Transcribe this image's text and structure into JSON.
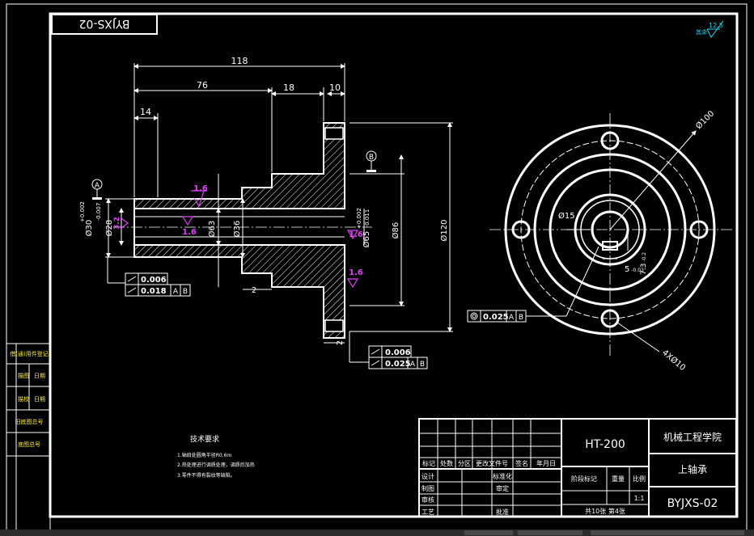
{
  "title_box": {
    "code_rotated": "BYJXS-02",
    "roughness_other": "12.5"
  },
  "dimensions": {
    "d118": "118",
    "d76": "76",
    "d18": "18",
    "d10": "10",
    "d14": "14",
    "d2a": "2",
    "d2b": "2",
    "phi30": "Ø30",
    "tol30_up": "+0.002",
    "tol30_lo": "-0.007",
    "phi28": "Ø28",
    "phi63": "Ø63",
    "phi36": "Ø36",
    "phi65": "Ø65",
    "tol65_up": "+0.002",
    "tol65_lo": "-0.011",
    "phi86": "Ø86",
    "phi120": "Ø120",
    "phi100": "Ø100",
    "phi15": "Ø15",
    "key_w": "5",
    "key_w_tol": "-0.03",
    "key_d": "7.3",
    "key_d_tol": "-0.2",
    "holes": "4XØ10"
  },
  "datums": {
    "a": "A",
    "b": "B"
  },
  "roughness": {
    "r1": "1.6",
    "r2": "1.6",
    "r3": "3.2",
    "r4": "1.6",
    "r5": "1.6"
  },
  "tolerances": {
    "left_flat": "0.006",
    "left_runout": "0.018",
    "left_ref_a": "A",
    "left_ref_b": "B",
    "right_flat": "0.006",
    "right_runout": "0.025",
    "right_ref_a": "A",
    "right_ref_b": "B",
    "concentric": "0.025",
    "concentric_ref_a": "A",
    "concentric_ref_b": "B"
  },
  "side_panel": {
    "row1": "借(通)用件登记",
    "row2a": "描图",
    "row2b": "日期",
    "row3a": "描校",
    "row3b": "日期",
    "row4": "旧底图总号",
    "row5": "底图总号"
  },
  "notes": {
    "heading": "技术要求",
    "line1": "1.轴肩处圆角半径R0.6m",
    "line2": "2.热处理进行调质处理，调质后加热",
    "line3": "3.零件不得有裂纹等缺陷。"
  },
  "title_block": {
    "material": "HT-200",
    "school": "机械工程学院",
    "part_name": "上轴承",
    "drawing_no": "BYJXS-02",
    "h_mark": "标记",
    "h_qty": "处数",
    "h_zone": "分区",
    "h_doc": "更改文件号",
    "h_sign": "签名",
    "h_date": "年月日",
    "r_design": "设计",
    "r_std": "标准化",
    "r_draw": "制图",
    "r_review": "审定",
    "r_check": "审核",
    "r_process": "工艺",
    "r_approve": "批准",
    "stage": "阶段标记",
    "weight": "重量",
    "scale": "比例",
    "scale_val": "1:1",
    "sheets": "共10张 第4张"
  }
}
